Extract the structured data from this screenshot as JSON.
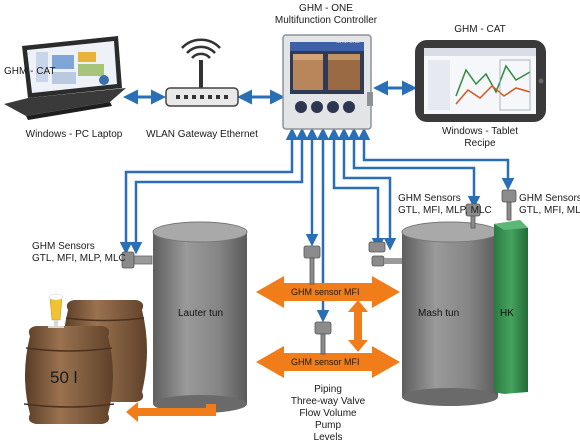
{
  "devices": {
    "laptop": {
      "title": "GHM - CAT",
      "caption": "Windows - PC Laptop"
    },
    "gateway": {
      "caption": "WLAN Gateway Ethernet"
    },
    "controller": {
      "title_line1": "GHM - ONE",
      "title_line2": "Multifunction Controller",
      "screen_brand": "GHM ONE"
    },
    "tablet": {
      "title": "GHM - CAT",
      "caption_line1": "Windows - Tablet",
      "caption_line2": "Recipe"
    }
  },
  "sensors": {
    "lauter": {
      "line1": "GHM Sensors",
      "line2": "GTL, MFI, MLP, MLC"
    },
    "mash": {
      "line1": "GHM Sensors",
      "line2": "GTL, MFI, MLP, MLC"
    },
    "hk": {
      "line1": "GHM Sensors",
      "line2": "GTL, MFI, MLP"
    },
    "pipe_top": "GHM sensor MFI",
    "pipe_bottom": "GHM sensor MFI"
  },
  "vessels": {
    "lauter": "Lauter tun",
    "mash": "Mash tun",
    "hk": "HK",
    "keg": "50 l"
  },
  "piping": {
    "lines": [
      "Piping",
      "Three-way Valve",
      "Flow Volume",
      "Pump",
      "Levels"
    ]
  },
  "colors": {
    "network": "#2a6fb5",
    "flow": "#f07d1a",
    "tank": "#7b7b7b",
    "hk": "#2f8a4a",
    "barrel": "#7d5a3c"
  }
}
